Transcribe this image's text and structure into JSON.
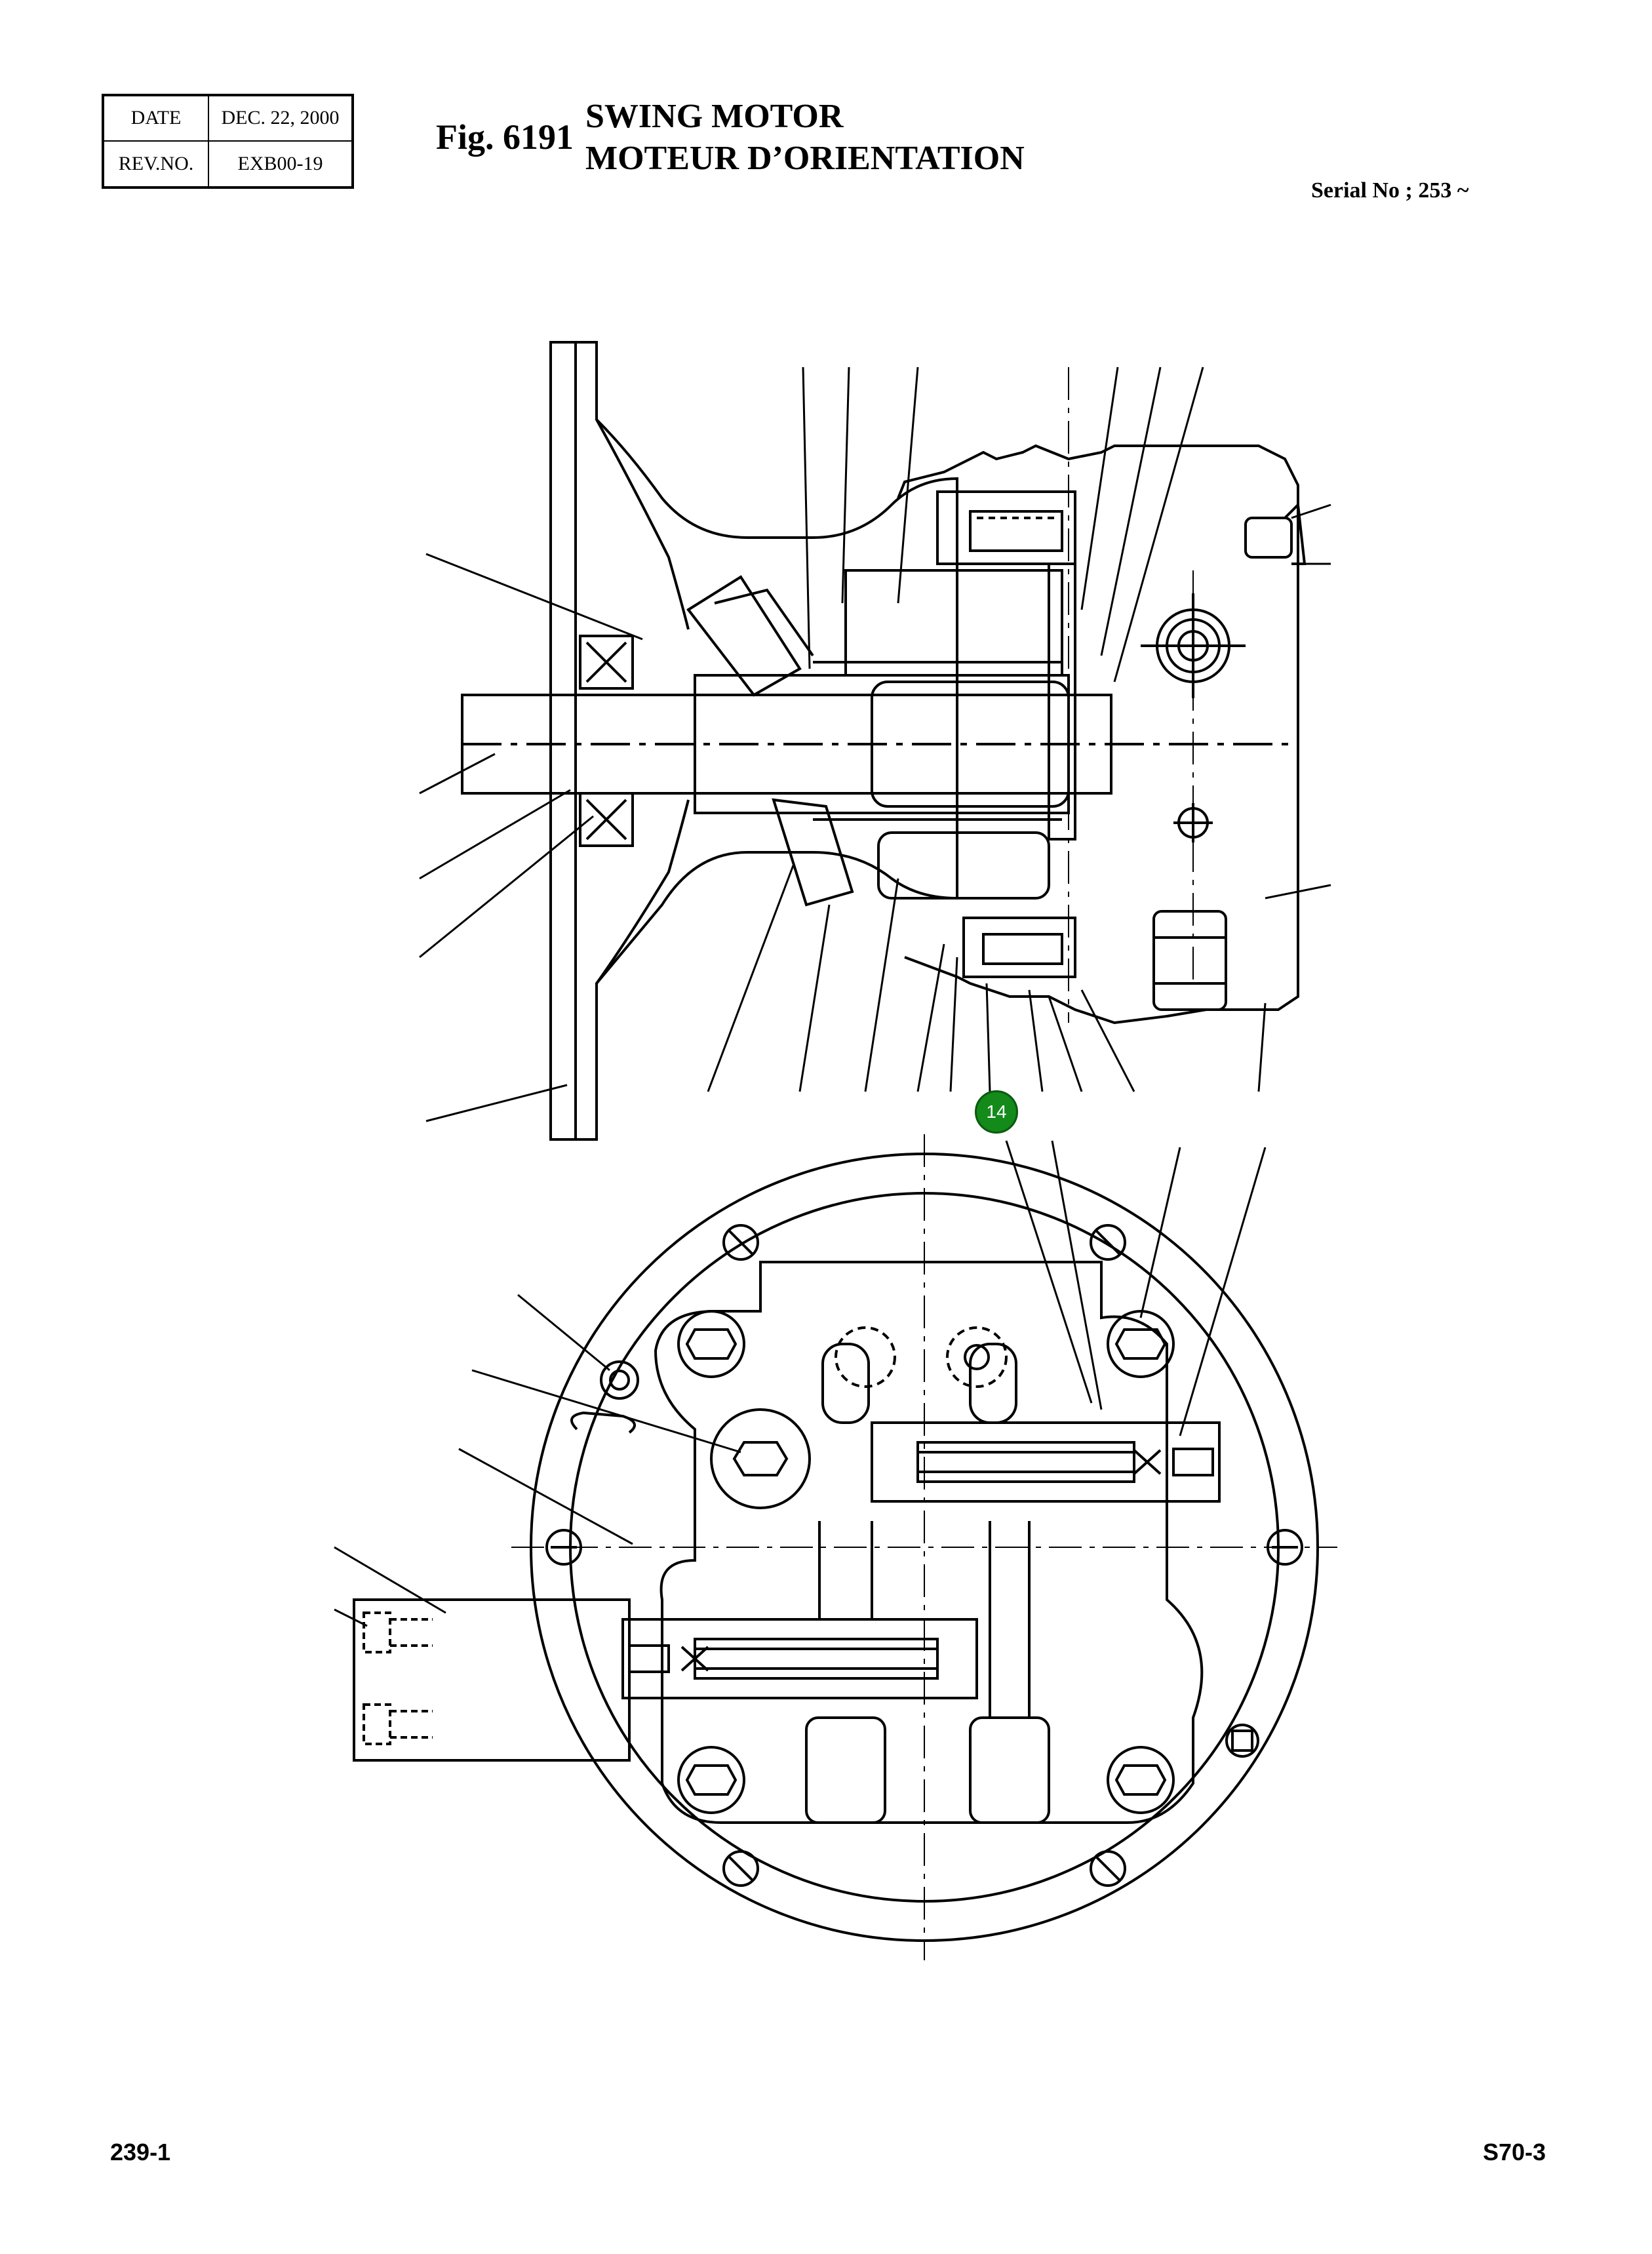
{
  "header": {
    "date_label": "DATE",
    "date_value": "DEC. 22, 2000",
    "rev_label": "REV.NO.",
    "rev_value": "EXB00-19"
  },
  "figure": {
    "number": "Fig. 6191",
    "title_en": "SWING MOTOR",
    "title_fr": "MOTEUR D’ORIENTATION",
    "serial": "Serial No ; 253 ~"
  },
  "callouts": [
    {
      "label": "14",
      "color": "#138a1a"
    }
  ],
  "footer": {
    "page_left": "239-1",
    "page_right": "S70-3"
  }
}
